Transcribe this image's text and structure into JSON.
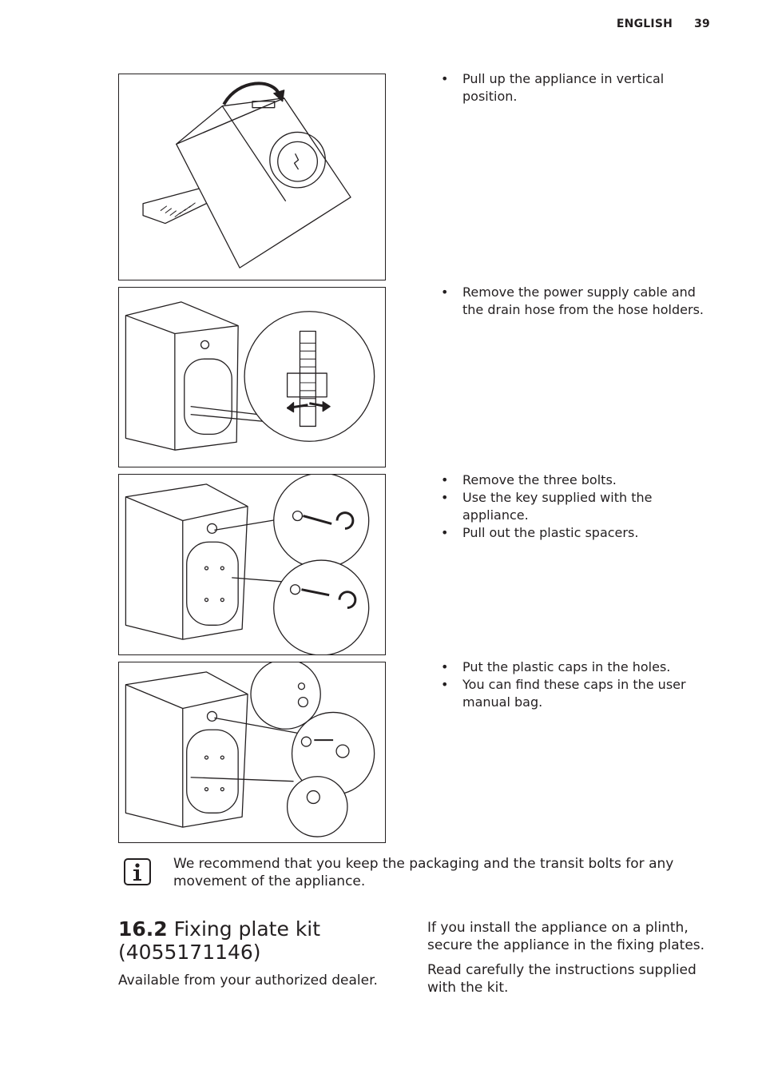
{
  "header": {
    "language": "ENGLISH",
    "page_number": "39"
  },
  "figures": [
    {
      "name": "appliance-tilted-figure"
    },
    {
      "name": "hose-holders-figure"
    },
    {
      "name": "transit-bolts-figure"
    },
    {
      "name": "plastic-caps-figure"
    }
  ],
  "steps": [
    {
      "bullets": [
        "Pull up the appliance in vertical position."
      ]
    },
    {
      "bullets": [
        "Remove the power supply cable and the drain hose from the hose holders."
      ]
    },
    {
      "bullets": [
        "Remove the three bolts.",
        "Use the key supplied with the appliance.",
        "Pull out the plastic spacers."
      ]
    },
    {
      "bullets": [
        "Put the plastic caps in the holes.",
        "You can find these caps in the user manual bag."
      ]
    }
  ],
  "info_note": {
    "icon": "info-icon",
    "text": "We recommend that you keep the packaging and the transit bolts for any movement of the appliance."
  },
  "section": {
    "number": "16.2",
    "title": "Fixing plate kit (4055171146)",
    "left_paragraph": "Available from your authorized dealer.",
    "right_paragraphs": [
      "If you install the appliance on a plinth, secure the appliance in the fixing plates.",
      "Read carefully the instructions supplied with the kit."
    ]
  }
}
